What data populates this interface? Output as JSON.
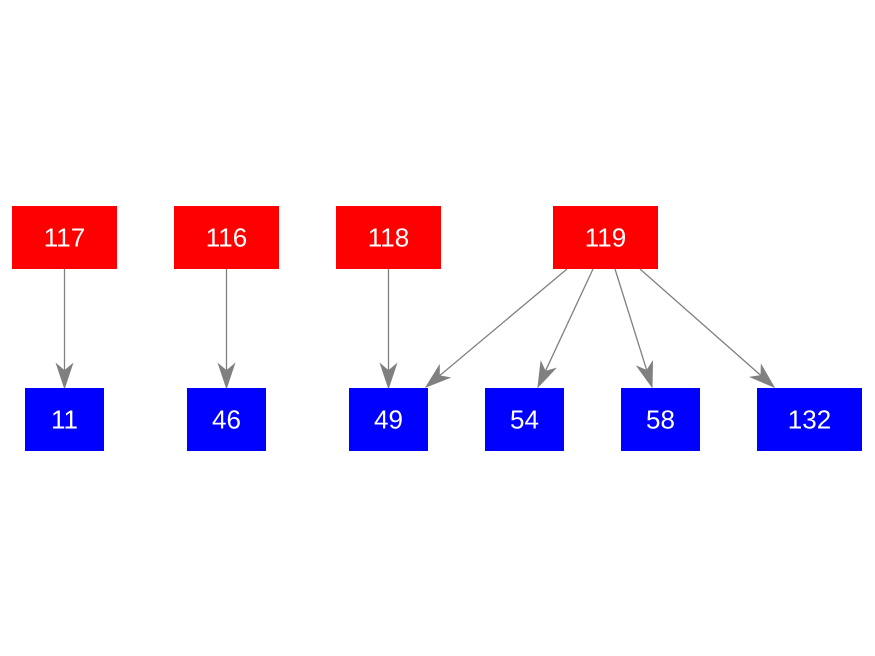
{
  "diagram": {
    "colors": {
      "parent_fill": "#ff0000",
      "child_fill": "#0000ff",
      "edge": "#808080",
      "label": "#ffffff"
    },
    "parents": [
      {
        "id": "p117",
        "label": "117"
      },
      {
        "id": "p116",
        "label": "116"
      },
      {
        "id": "p118",
        "label": "118"
      },
      {
        "id": "p119",
        "label": "119"
      }
    ],
    "children": [
      {
        "id": "c11",
        "label": "11"
      },
      {
        "id": "c46",
        "label": "46"
      },
      {
        "id": "c49",
        "label": "49"
      },
      {
        "id": "c54",
        "label": "54"
      },
      {
        "id": "c58",
        "label": "58"
      },
      {
        "id": "c132",
        "label": "132"
      }
    ],
    "edges": [
      {
        "from": "p117",
        "to": "c11"
      },
      {
        "from": "p116",
        "to": "c46"
      },
      {
        "from": "p118",
        "to": "c49"
      },
      {
        "from": "p119",
        "to": "c49"
      },
      {
        "from": "p119",
        "to": "c54"
      },
      {
        "from": "p119",
        "to": "c58"
      },
      {
        "from": "p119",
        "to": "c132"
      }
    ]
  }
}
